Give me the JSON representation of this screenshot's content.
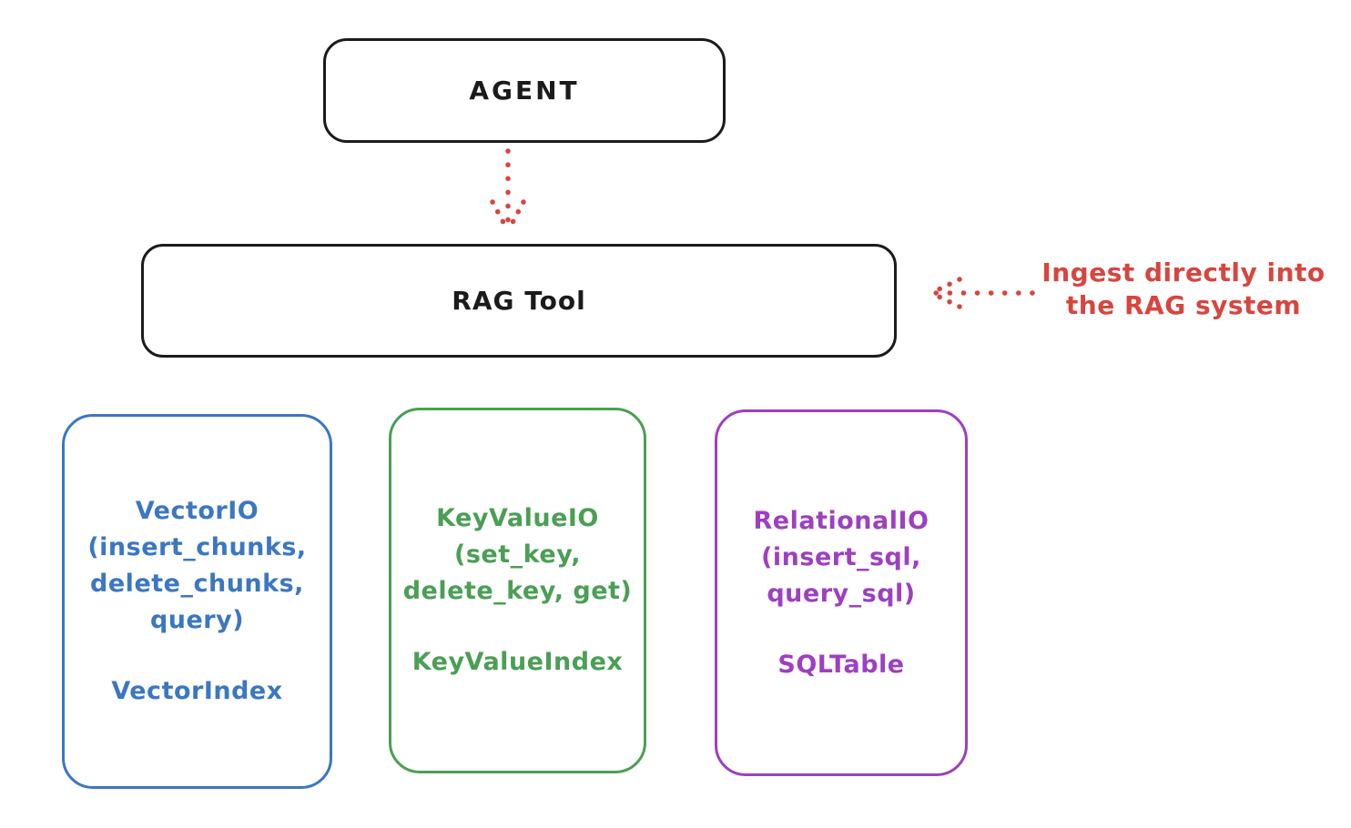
{
  "diagram": {
    "agent": {
      "label": "AGENT"
    },
    "rag_tool": {
      "label": "RAG Tool"
    },
    "ingest_note": {
      "line1": "Ingest directly into",
      "line2": "the RAG system"
    },
    "backends": [
      {
        "name": "vector",
        "color": "#3b77c2",
        "title_lines": [
          "VectorIO",
          "(insert_chunks,",
          "delete_chunks,",
          "query)"
        ],
        "index_label": "VectorIndex"
      },
      {
        "name": "keyvalue",
        "color": "#4a9f54",
        "title_lines": [
          "KeyValueIO",
          "(set_key,",
          "delete_key, get)"
        ],
        "index_label": "KeyValueIndex"
      },
      {
        "name": "relational",
        "color": "#9e3fc1",
        "title_lines": [
          "RelationalIO",
          "(insert_sql,",
          "query_sql)"
        ],
        "index_label": "SQLTable"
      }
    ],
    "colors": {
      "stroke": "#1b1b1b",
      "annotation_red": "#d8453e",
      "vector_blue": "#3b77c2",
      "keyvalue_green": "#4a9f54",
      "relational_purple": "#9e3fc1"
    }
  }
}
